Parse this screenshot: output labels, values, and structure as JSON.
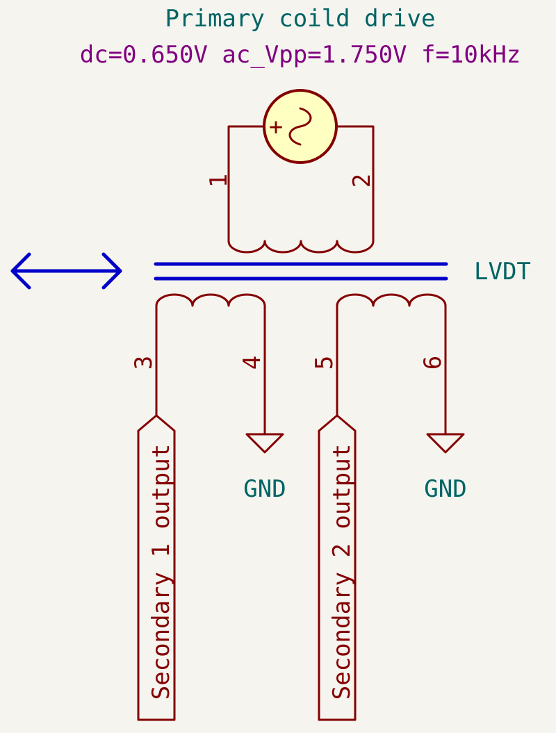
{
  "title": "Primary coild drive",
  "drive_params": "dc=0.650V ac_Vpp=1.750V f=10kHz",
  "source_plus": "+",
  "component_ref": "LVDT",
  "pins": {
    "p1": "1",
    "p2": "2",
    "p3": "3",
    "p4": "4",
    "p5": "5",
    "p6": "6"
  },
  "gnd_labels": [
    "GND",
    "GND"
  ],
  "outputs": [
    "Secondary 1 output",
    "Secondary 2 output"
  ],
  "colors": {
    "background": "#f5f4ef",
    "wire": "#840000",
    "core": "#0000c8",
    "net_label": "#006464",
    "source_fill": "#ffffc2",
    "param_text": "#800080"
  }
}
